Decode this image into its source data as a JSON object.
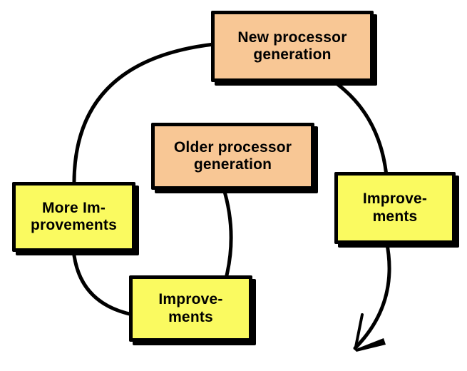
{
  "diagram": {
    "type": "cycle-flowchart",
    "background": "#ffffff",
    "outline_color": "#000000",
    "arrow_color": "#000000",
    "colors": {
      "processor_fill": "#F8C795",
      "improvement_fill": "#FAFA60"
    },
    "nodes": [
      {
        "id": "new-processor-generation",
        "label": "New processor\ngeneration",
        "fill": "#F8C795"
      },
      {
        "id": "older-processor-generation",
        "label": "Older processor\ngeneration",
        "fill": "#F8C795"
      },
      {
        "id": "more-improvements",
        "label": "More Im-\nprovements",
        "fill": "#FAFA60"
      },
      {
        "id": "improvements-bottom",
        "label": "Improve-\nments",
        "fill": "#FAFA60"
      },
      {
        "id": "improvements-right",
        "label": "Improve-\nments",
        "fill": "#FAFA60"
      }
    ],
    "edges": [
      {
        "from": "older-processor-generation",
        "to": "improvements-bottom"
      },
      {
        "from": "improvements-bottom",
        "to": "more-improvements"
      },
      {
        "from": "more-improvements",
        "to": "new-processor-generation"
      },
      {
        "from": "new-processor-generation",
        "to": "improvements-right"
      },
      {
        "from": "improvements-right",
        "to": "next-cycle-arrow"
      }
    ]
  }
}
